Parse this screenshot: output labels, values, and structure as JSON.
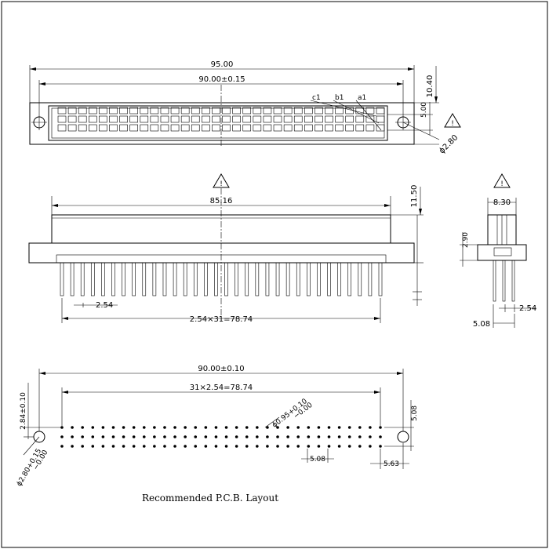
{
  "top_view": {
    "dim_overall": "95.00",
    "dim_mount": "90.00±0.15",
    "dim_height": "10.40",
    "dim_row_pitch": "5.00",
    "dim_hole": "ϕ2.80",
    "row_c": "c1",
    "row_b": "b1",
    "row_a": "a1"
  },
  "front_view": {
    "dim_body": "85.16",
    "dim_height": "11.50",
    "dim_pitch": "2.54",
    "dim_span": "2.54×31=78.74"
  },
  "side_view": {
    "dim_width": "8.30",
    "dim_standoff": "2.90",
    "dim_pitch": "2.54",
    "dim_row_span": "5.08"
  },
  "pcb_view": {
    "dim_mount": "90.00±0.10",
    "dim_span": "31×2.54=78.74",
    "dim_offset_v": "2.84±0.10",
    "dim_row_span": "5.08",
    "dim_pin_hole": "ϕ0.95+0.10\n−0.00",
    "dim_mount_hole": "ϕ2.80+0.15\n−0.00",
    "dim_pitch": "5.08",
    "dim_edge": "5.63",
    "caption": "Recommended P.C.B. Layout"
  },
  "warning_symbol": "!"
}
